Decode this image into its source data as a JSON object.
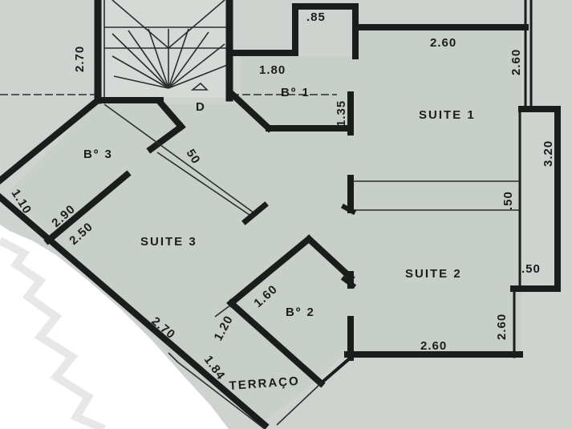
{
  "rooms": {
    "suite1": "SUITE 1",
    "suite2": "SUITE 2",
    "suite3": "SUITE 3",
    "bath1": "Bº 1",
    "bath2": "Bº 2",
    "bath3": "Bº 3",
    "terrace": "TERRAÇO",
    "stair_label": "D"
  },
  "dimensions": {
    "d_85": ".85",
    "d_180": "1.80",
    "d_135": "1.35",
    "d_260_top": "2.60",
    "d_260_right_top": "2.60",
    "d_270_left": "2.70",
    "d_320": "3.20",
    "d_50_right_top": ".50",
    "d_50_right_bottom": ".50",
    "d_50_diag": "50",
    "d_110": "1.10",
    "d_290": "2.90",
    "d_250": "2.50",
    "d_160": "1.60",
    "d_120": "1.20",
    "d_270_bottom": "2.70",
    "d_184": "1.84",
    "d_260_right_bottom": "2.60",
    "d_260_bottom": "2.60"
  },
  "colors": {
    "paper": "#cfd3cf",
    "floor": "#c3cdc5",
    "ink": "#1a1d1c"
  }
}
